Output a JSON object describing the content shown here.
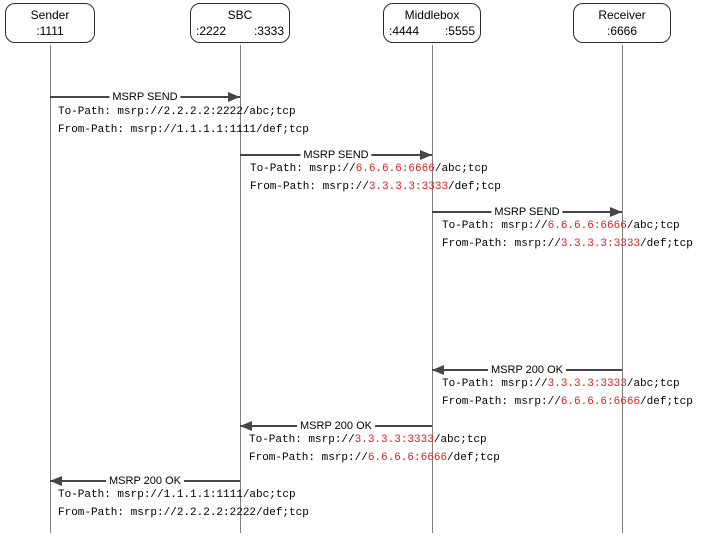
{
  "colors": {
    "highlight_red": "#e02020",
    "arrow_gray": "#454545",
    "lifeline_gray": "#7f7f7f"
  },
  "actors": [
    {
      "name": "Sender",
      "port_center": ":1111"
    },
    {
      "name": "SBC",
      "port_left": ":2222",
      "port_right": ":3333"
    },
    {
      "name": "Middlebox",
      "port_left": ":4444",
      "port_right": ":5555"
    },
    {
      "name": "Receiver",
      "port_center": ":6666"
    }
  ],
  "messages": [
    {
      "label": "MSRP SEND",
      "from": "Sender",
      "to": "SBC",
      "direction": "right",
      "to_path": {
        "pre": "To-Path: msrp://2.2.2.2:2222/abc;tcp",
        "hl": "",
        "post": ""
      },
      "from_path": {
        "pre": "From-Path: msrp://1.1.1.1:1111/def;tcp",
        "hl": "",
        "post": ""
      }
    },
    {
      "label": "MSRP SEND",
      "from": "SBC",
      "to": "Middlebox",
      "direction": "right",
      "to_path": {
        "pre": "To-Path: msrp://",
        "hl": "6.6.6.6:6666",
        "post": "/abc;tcp"
      },
      "from_path": {
        "pre": "From-Path: msrp://",
        "hl": "3.3.3.3:3333",
        "post": "/def;tcp"
      }
    },
    {
      "label": "MSRP SEND",
      "from": "Middlebox",
      "to": "Receiver",
      "direction": "right",
      "to_path": {
        "pre": "To-Path: msrp://",
        "hl": "6.6.6.6:6666",
        "post": "/abc;tcp"
      },
      "from_path": {
        "pre": "From-Path: msrp://",
        "hl": "3.3.3.3:3333",
        "post": "/def;tcp"
      }
    },
    {
      "label": "MSRP 200 OK",
      "from": "Receiver",
      "to": "Middlebox",
      "direction": "left",
      "to_path": {
        "pre": "To-Path: msrp://",
        "hl": "3.3.3.3:3333",
        "post": "/abc;tcp"
      },
      "from_path": {
        "pre": "From-Path: msrp://",
        "hl": "6.6.6.6:6666",
        "post": "/def;tcp"
      }
    },
    {
      "label": "MSRP 200 OK",
      "from": "Middlebox",
      "to": "SBC",
      "direction": "left",
      "to_path": {
        "pre": "To-Path: msrp://",
        "hl": "3.3.3.3:3333",
        "post": "/abc;tcp"
      },
      "from_path": {
        "pre": "From-Path: msrp://",
        "hl": "6.6.6.6:6666",
        "post": "/def;tcp"
      }
    },
    {
      "label": "MSRP 200 OK",
      "from": "SBC",
      "to": "Sender",
      "direction": "left",
      "to_path": {
        "pre": "To-Path: msrp://1.1.1.1:1111/abc;tcp",
        "hl": "",
        "post": ""
      },
      "from_path": {
        "pre": "From-Path: msrp://2.2.2.2:2222/def;tcp",
        "hl": "",
        "post": ""
      }
    }
  ]
}
